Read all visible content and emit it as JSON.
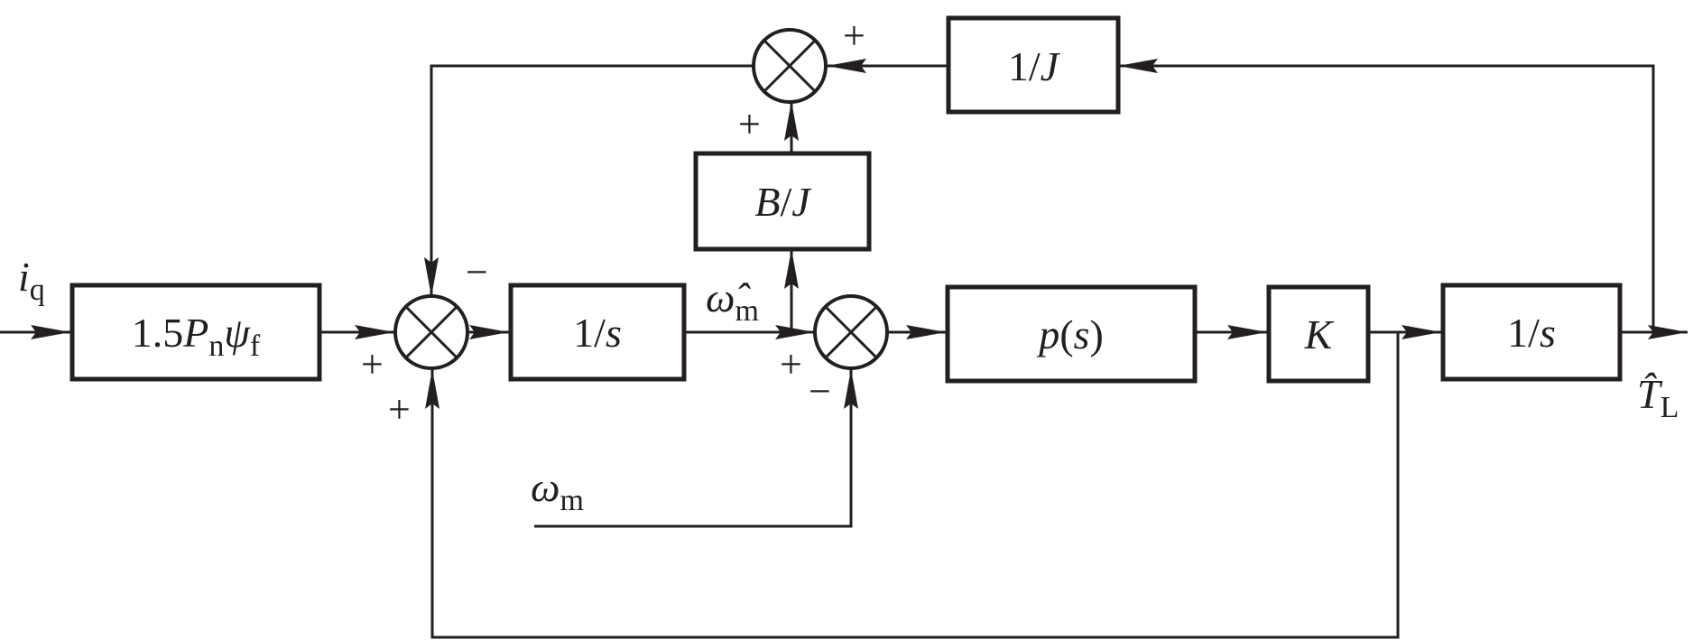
{
  "blocks": {
    "gain": "1.5Pₙψᶠ",
    "gain_parts": {
      "coef": "1.5",
      "p": "P",
      "p_sub": "n",
      "psi": "ψ",
      "psi_sub": "f"
    },
    "integrator1": {
      "num": "1/",
      "var": "s"
    },
    "inv_j": {
      "num": "1/",
      "var": "J"
    },
    "b_over_j": {
      "b": "B",
      "sep": "/",
      "j": "J"
    },
    "ps": {
      "p": "p",
      "open": "(",
      "s": "s",
      "close": ")"
    },
    "k": "K",
    "integrator2": {
      "num": "1/",
      "var": "s"
    }
  },
  "signals": {
    "input": {
      "sym": "i",
      "sub": "q"
    },
    "omega_hat": {
      "sym": "ω̂",
      "sub": "m"
    },
    "omega": {
      "sym": "ω",
      "sub": "m"
    },
    "output": {
      "sym": "T̂",
      "sub": "L"
    }
  },
  "signs": {
    "sum1_top": "−",
    "sum1_left": "+",
    "sum1_bottom": "+",
    "sum2_right": "+",
    "sum2_bottom": "+",
    "sum3_left": "+",
    "sum3_bottom": "−"
  },
  "colors": {
    "ink": "#231f20",
    "background": "#ffffff"
  }
}
